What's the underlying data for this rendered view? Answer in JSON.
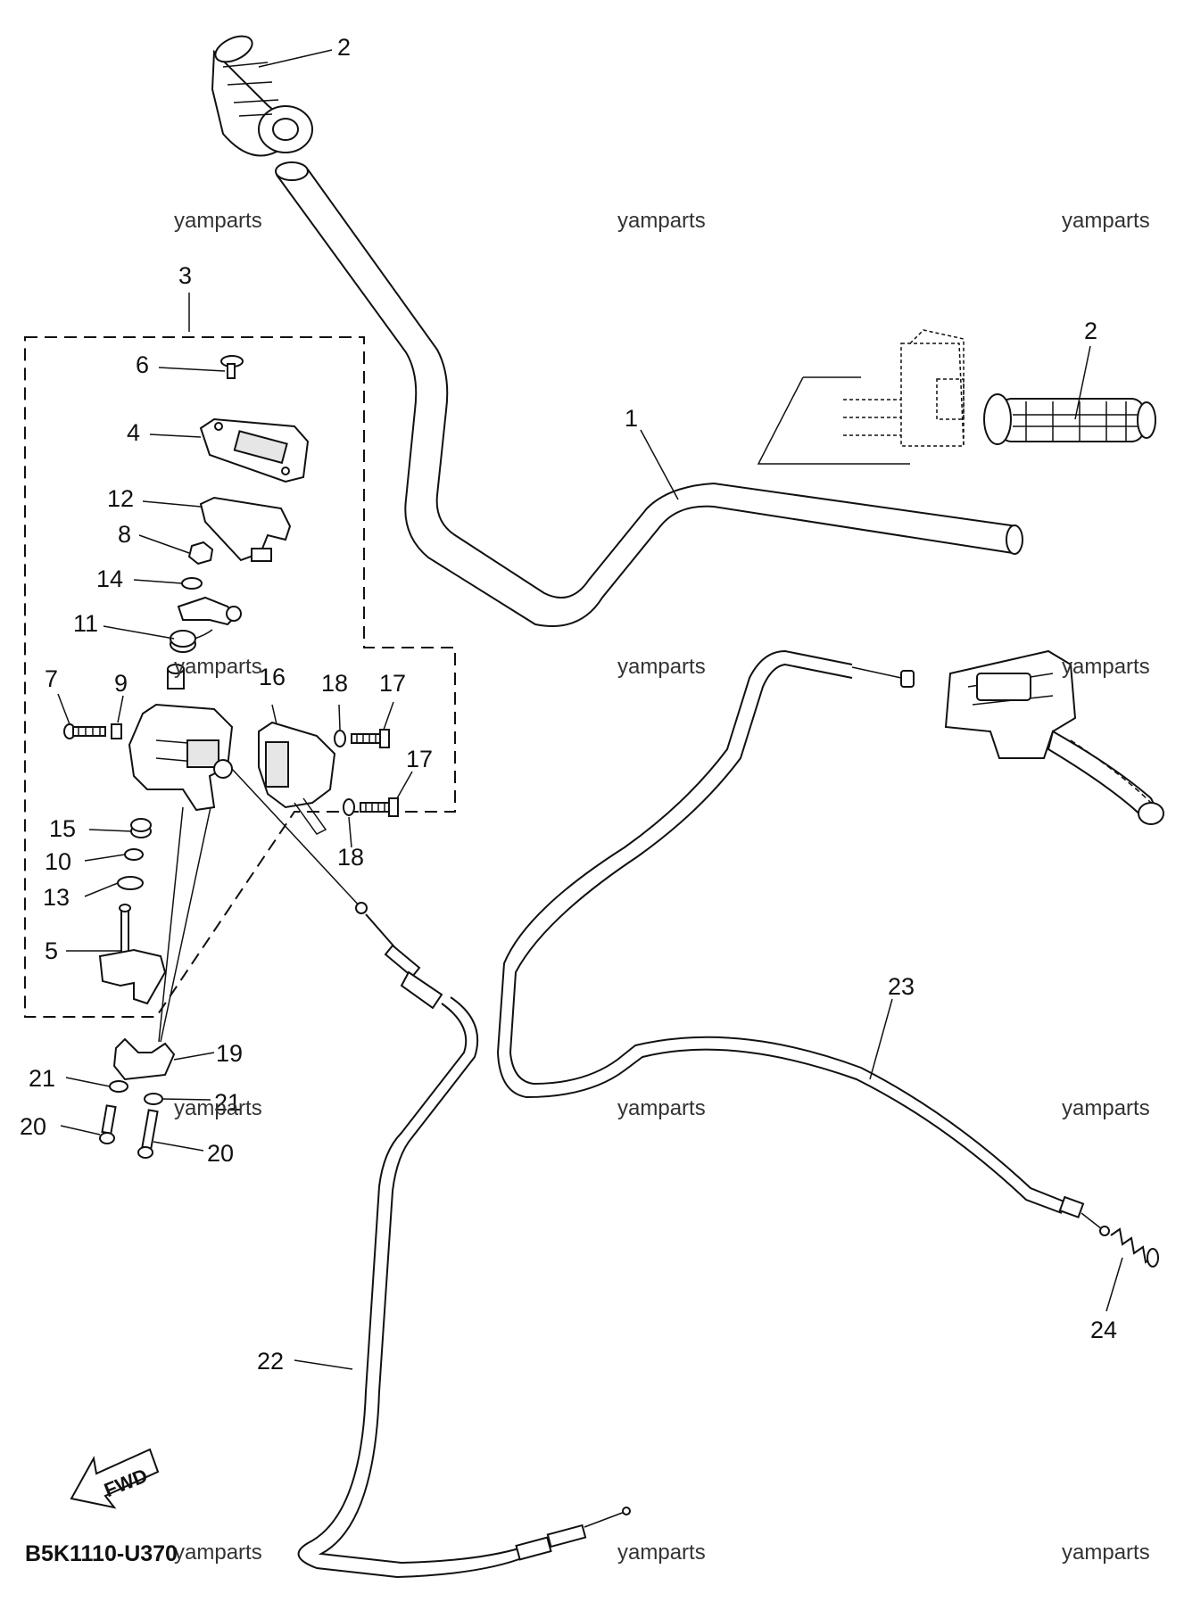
{
  "diagram": {
    "code": "B5K1110-U370",
    "watermark": "yamparts",
    "fwd_label": "FWD",
    "callouts": {
      "n1": "1",
      "n2a": "2",
      "n2b": "2",
      "n3": "3",
      "n4": "4",
      "n5": "5",
      "n6": "6",
      "n7": "7",
      "n8": "8",
      "n9": "9",
      "n10": "10",
      "n11": "11",
      "n12": "12",
      "n13": "13",
      "n14": "14",
      "n15": "15",
      "n16": "16",
      "n17a": "17",
      "n17b": "17",
      "n18a": "18",
      "n18b": "18",
      "n19": "19",
      "n20a": "20",
      "n20b": "20",
      "n21a": "21",
      "n21b": "21",
      "n22": "22",
      "n23": "23",
      "n24": "24"
    }
  }
}
